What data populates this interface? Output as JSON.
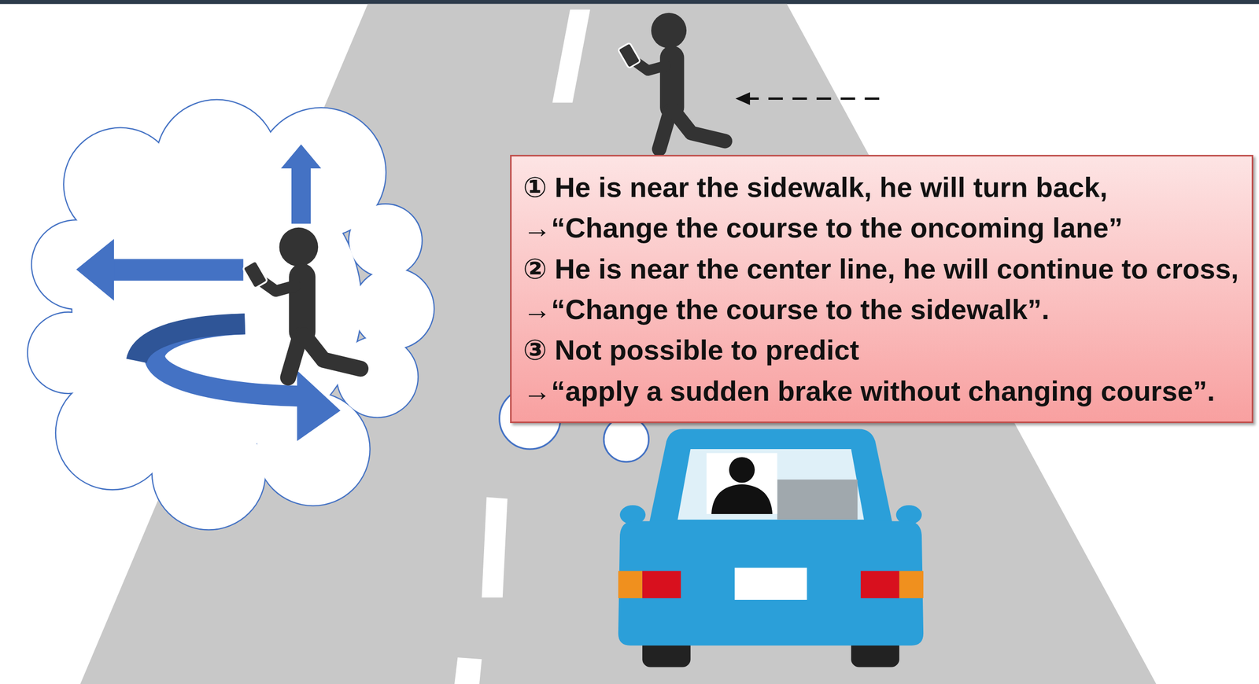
{
  "diagram": {
    "nodes": [
      {
        "text": [
          "① He is near the sidewalk, he will turn back,",
          "→“Change the course to the oncoming lane”",
          "② He is near the center line, he will continue to cross,",
          "→“Change the course to the sidewalk”.",
          "③ Not possible to predict",
          "→“apply a sudden brake without changing course”."
        ]
      }
    ]
  }
}
